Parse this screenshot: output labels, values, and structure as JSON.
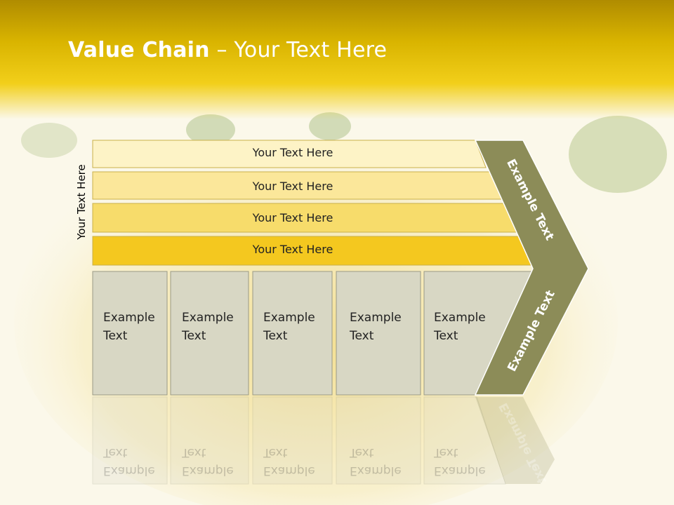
{
  "slide": {
    "title_bold": "Value Chain",
    "title_rest": " – Your Text Here",
    "side_label": "Your Text Here"
  },
  "rows": [
    {
      "label": "Your Text Here",
      "color": "#fdf3c6"
    },
    {
      "label": "Your Text Here",
      "color": "#fbe79a"
    },
    {
      "label": "Your Text Here",
      "color": "#f7dc6b"
    },
    {
      "label": "Your Text Here",
      "color": "#f4c81f"
    }
  ],
  "cards": [
    {
      "line1": "Example",
      "line2": "Text"
    },
    {
      "line1": "Example",
      "line2": "Text"
    },
    {
      "line1": "Example",
      "line2": "Text"
    },
    {
      "line1": "Example",
      "line2": "Text"
    },
    {
      "line1": "Example",
      "line2": "Text"
    }
  ],
  "chevron": {
    "upper_label": "Example Text",
    "lower_label": "Example Text",
    "color": "#8c8c58"
  },
  "colors": {
    "header": "#d9b400",
    "card_fill": "#d8d7c4"
  }
}
